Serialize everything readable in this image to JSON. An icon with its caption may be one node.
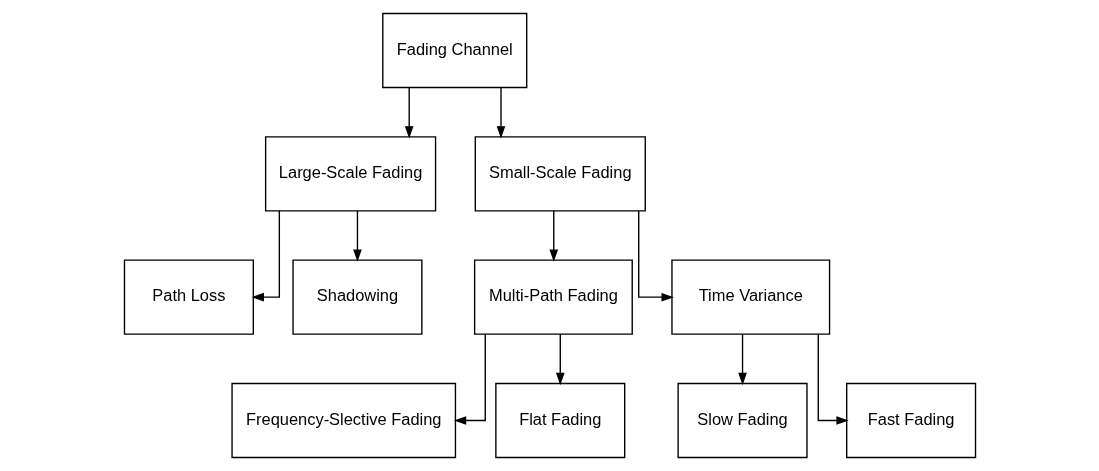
{
  "diagram": {
    "nodes": [
      {
        "text": [
          "Fading Channel"
        ]
      },
      {
        "text": [
          "Large-Scale Fading"
        ]
      },
      {
        "text": [
          "Small-Scale Fading"
        ]
      },
      {
        "text": [
          "Path Loss"
        ]
      },
      {
        "text": [
          "Shadowing"
        ]
      },
      {
        "text": [
          "Multi-Path Fading"
        ]
      },
      {
        "text": [
          "Time Variance"
        ]
      },
      {
        "text": [
          "Frequency-Slective Fading"
        ]
      },
      {
        "text": [
          "Flat Fading"
        ]
      },
      {
        "text": [
          "Slow Fading"
        ]
      },
      {
        "text": [
          "Fast Fading"
        ]
      }
    ],
    "edges": [
      {
        "from": 0,
        "to": 1,
        "arrow": "to"
      },
      {
        "from": 0,
        "to": 2,
        "arrow": "to"
      },
      {
        "from": 1,
        "to": 3,
        "arrow": "to"
      },
      {
        "from": 1,
        "to": 4,
        "arrow": "to"
      },
      {
        "from": 2,
        "to": 5,
        "arrow": "to"
      },
      {
        "from": 2,
        "to": 6,
        "arrow": "to"
      },
      {
        "from": 5,
        "to": 7,
        "arrow": "to"
      },
      {
        "from": 5,
        "to": 8,
        "arrow": "to"
      },
      {
        "from": 6,
        "to": 9,
        "arrow": "to"
      },
      {
        "from": 6,
        "to": 10,
        "arrow": "to"
      }
    ]
  }
}
